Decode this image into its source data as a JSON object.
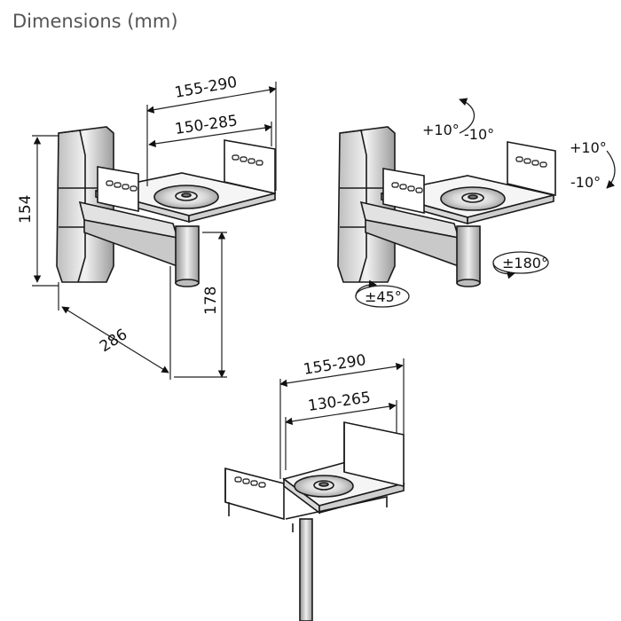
{
  "header": {
    "title": "Dimensions (mm)"
  },
  "view_a": {
    "outer_width": "155-290",
    "inner_width": "150-285",
    "height": "154",
    "depth": "286",
    "drop": "178"
  },
  "view_b": {
    "tilt_top": "+10°",
    "tilt_top_neg": "-10°",
    "tilt_side": "+10°",
    "tilt_side_neg": "-10°",
    "swivel": "±180°",
    "rotate": "±45°"
  },
  "view_c": {
    "outer_width": "155-290",
    "inner_width": "130-265"
  },
  "colors": {
    "line": "#1a1a1a",
    "fill_light": "#e6e6e6",
    "fill_mid": "#cfcfcf",
    "fill_dark": "#9a9a9a"
  }
}
